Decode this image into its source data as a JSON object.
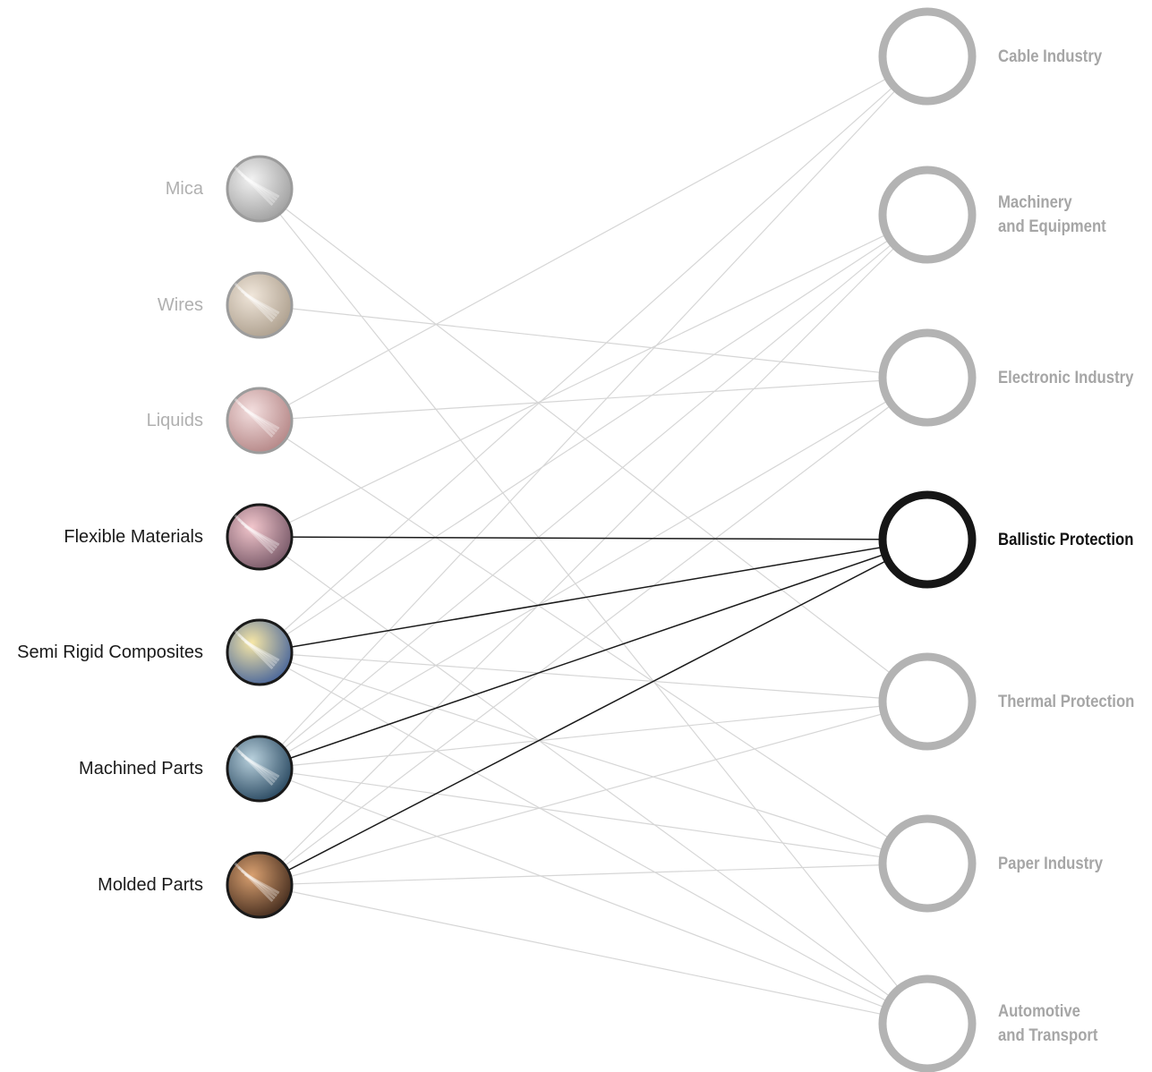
{
  "materials": [
    {
      "id": "mica",
      "label": "Mica",
      "active": false,
      "icon": "mica-photo-icon",
      "colors": [
        "#f2f2f2",
        "#9a9a9a"
      ]
    },
    {
      "id": "wires",
      "label": "Wires",
      "active": false,
      "icon": "wires-photo-icon",
      "colors": [
        "#f0e6da",
        "#a89a88"
      ]
    },
    {
      "id": "liquids",
      "label": "Liquids",
      "active": false,
      "icon": "liquids-photo-icon",
      "colors": [
        "#f3dede",
        "#b08080"
      ]
    },
    {
      "id": "flexible",
      "label": "Flexible Materials",
      "active": true,
      "icon": "flexible-materials-photo-icon",
      "colors": [
        "#f2c6cc",
        "#6e5060"
      ]
    },
    {
      "id": "semi-rigid",
      "label": "Semi Rigid Composites",
      "active": true,
      "icon": "semi-rigid-composites-photo-icon",
      "colors": [
        "#f7e7a6",
        "#3c5c9a"
      ]
    },
    {
      "id": "machined",
      "label": "Machined Parts",
      "active": true,
      "icon": "machined-parts-photo-icon",
      "colors": [
        "#b8d0dc",
        "#1f3f58"
      ]
    },
    {
      "id": "molded",
      "label": "Molded Parts",
      "active": true,
      "icon": "molded-parts-photo-icon",
      "colors": [
        "#d9a070",
        "#3a2418"
      ]
    }
  ],
  "industries": [
    {
      "id": "cable",
      "lines": [
        "Cable Industry"
      ],
      "active": false
    },
    {
      "id": "machinery",
      "lines": [
        "Machinery",
        "and Equipment"
      ],
      "active": false
    },
    {
      "id": "electronic",
      "lines": [
        "Electronic Industry"
      ],
      "active": false
    },
    {
      "id": "ballistic",
      "lines": [
        "Ballistic Protection"
      ],
      "active": true
    },
    {
      "id": "thermal",
      "lines": [
        "Thermal Protection"
      ],
      "active": false
    },
    {
      "id": "paper",
      "lines": [
        "Paper Industry"
      ],
      "active": false
    },
    {
      "id": "automotive",
      "lines": [
        "Automotive",
        "and Transport"
      ],
      "active": false
    }
  ],
  "connections": [
    [
      "mica",
      "thermal"
    ],
    [
      "mica",
      "automotive"
    ],
    [
      "wires",
      "electronic"
    ],
    [
      "liquids",
      "cable"
    ],
    [
      "liquids",
      "electronic"
    ],
    [
      "liquids",
      "paper"
    ],
    [
      "flexible",
      "machinery"
    ],
    [
      "flexible",
      "ballistic"
    ],
    [
      "flexible",
      "automotive"
    ],
    [
      "semi-rigid",
      "cable"
    ],
    [
      "semi-rigid",
      "machinery"
    ],
    [
      "semi-rigid",
      "ballistic"
    ],
    [
      "semi-rigid",
      "thermal"
    ],
    [
      "semi-rigid",
      "paper"
    ],
    [
      "semi-rigid",
      "automotive"
    ],
    [
      "machined",
      "cable"
    ],
    [
      "machined",
      "machinery"
    ],
    [
      "machined",
      "electronic"
    ],
    [
      "machined",
      "ballistic"
    ],
    [
      "machined",
      "thermal"
    ],
    [
      "machined",
      "paper"
    ],
    [
      "machined",
      "automotive"
    ],
    [
      "molded",
      "machinery"
    ],
    [
      "molded",
      "electronic"
    ],
    [
      "molded",
      "ballistic"
    ],
    [
      "molded",
      "thermal"
    ],
    [
      "molded",
      "paper"
    ],
    [
      "molded",
      "automotive"
    ]
  ],
  "colors": {
    "line_dim": "#d6d6d6",
    "line_active": "#1a1a1a",
    "ring_dim": "#b3b3b3",
    "ring_active": "#161616"
  }
}
